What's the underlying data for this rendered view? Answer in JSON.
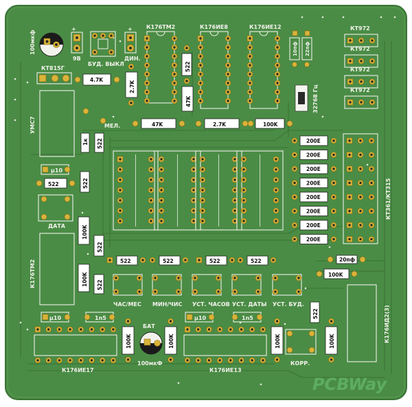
{
  "board": {
    "colors": {
      "pcb": "#4a8c45",
      "silk": "#f2f2ec",
      "pad": "#d9b33a",
      "bg": "#ffffff"
    },
    "watermark": "PCBWay"
  },
  "components": {
    "c_100uf_top": "100мкф",
    "conn_9v": "9В",
    "switch_label": "БУД. ВЫКЛ",
    "dyn_label": "ДИН.",
    "plus_top_left": "+",
    "plus_top_right": "+",
    "ic_k176tm2_top": "К176ТМ2",
    "ic_k176ie8": "К176ИЕ8",
    "ic_k176ie12": "К176ИЕ12",
    "kt815": "КТ815Г",
    "r_4k7": "4.7K",
    "r_2k7_v": "2.7K",
    "c_522_a": "522",
    "r_47k_v": "47K",
    "c_10pf": "10пф",
    "c_22pf": "22пф",
    "crystal": "32768 Гц",
    "kt972": [
      "КТ972",
      "КТ972",
      "КТ972",
      "КТ972"
    ],
    "ymc7": "УМС7",
    "mel": "МЕЛ.",
    "r_47k_h": "47K",
    "r_2k7_h": "2.7K",
    "r_100k_h": "100K",
    "r_1k": "1к",
    "c_522_b": "522",
    "r_200e": [
      "200Е",
      "200Е",
      "200Е",
      "200Е",
      "200Е",
      "200Е",
      "200Е",
      "200Е"
    ],
    "kt361": "КТ361/КТ315",
    "c_u10_a": "µ10",
    "c_522_c": "522",
    "r_522_v1": "522",
    "data_label": "ДАТА",
    "r_100k_v1": "100K",
    "c_522_d": "522",
    "c_522_row": [
      "522",
      "522",
      "522",
      "522"
    ],
    "c_20pf": "20пф",
    "r_100k_right": "100K",
    "ic_k176tm2_left": "К176ТМ2",
    "r_100k_v2": "100K",
    "c_522_e": "522",
    "btn_labels": [
      "ЧАС/МЕС",
      "МИН/ЧИС",
      "УСТ. ЧАСОВ",
      "УСТ. ДАТЫ",
      "УСТ. БУД."
    ],
    "ic_k176id2": "К176ИД2(3)",
    "c_u10_b": "µ10",
    "c_1n5_a": "1n5",
    "bat_label": "БАТ",
    "c_u10_c": "µ10",
    "c_1n5_b": "1n5",
    "c_522_f": "522",
    "r_100k_bot": [
      "100K",
      "100K",
      "100K",
      "100K"
    ],
    "c_100uf_bot": "100мкФ",
    "ic_k176ie17": "К176ИЕ17",
    "ic_k176ie13": "К176ИЕ13",
    "korr_label": "КОРР."
  }
}
